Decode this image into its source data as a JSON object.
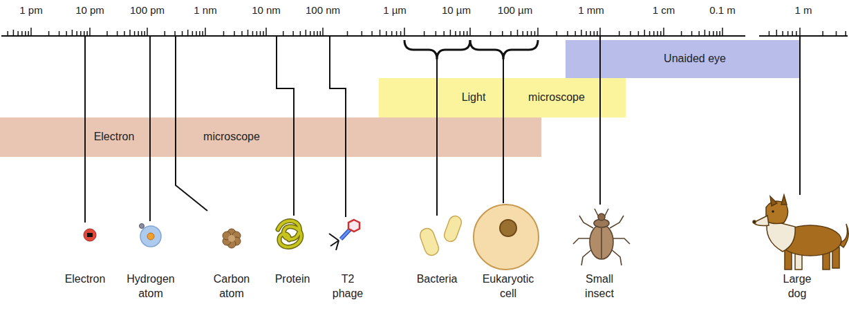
{
  "diagram": {
    "nodes": [
      {
        "text": [
          "Unaided eye"
        ]
      },
      {
        "text": [
          "Light",
          "microscope"
        ]
      },
      {
        "text": [
          "Electron",
          "microscope"
        ]
      }
    ],
    "labels": [
      "1 pm",
      "10 pm",
      "100 pm",
      "1 nm",
      "10 nm",
      "100 nm",
      "1 µm",
      "10 µm",
      "100 µm",
      "1 mm",
      "1 cm",
      "0.1 m",
      "1 m",
      "Electron",
      "Hydrogen atom",
      "Carbon atom",
      "Protein",
      "T2 phage",
      "Bacteria",
      "Eukaryotic cell",
      "Small insect",
      "Large dog"
    ]
  }
}
